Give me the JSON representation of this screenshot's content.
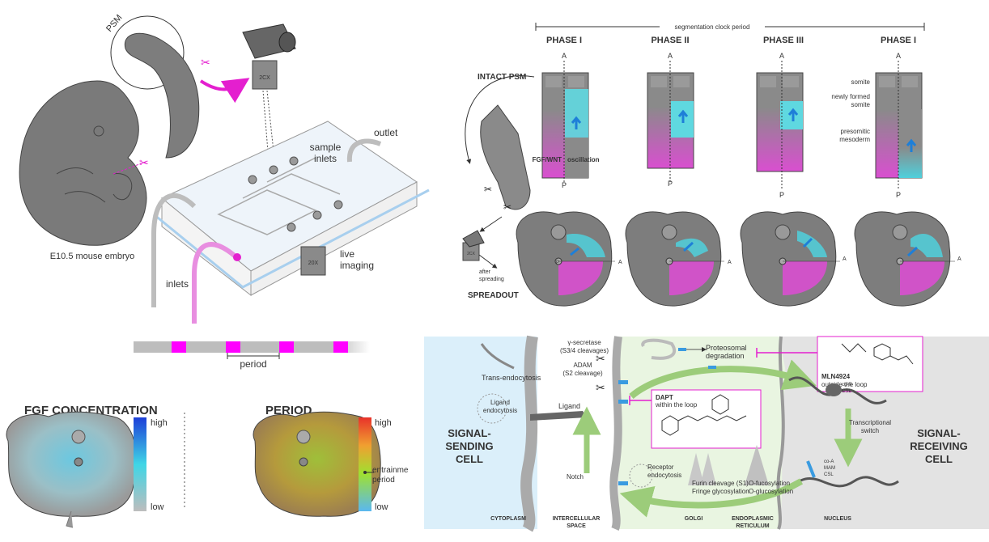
{
  "embryo": {
    "psm": "PSM",
    "embryo_label": "E10.5 mouse embryo",
    "outlet": "outlet",
    "sample_inlets_1": "sample",
    "sample_inlets_2": "inlets",
    "inlets": "inlets",
    "live_1": "live",
    "live_2": "imaging",
    "obj_2cx": "2CX",
    "obj_20x": "20X",
    "period": "period"
  },
  "clock": {
    "header": "segmentation clock period",
    "phases": [
      "PHASE I",
      "PHASE II",
      "PHASE III",
      "PHASE I"
    ],
    "anterior": "A",
    "posterior": "P",
    "intact": "INTACT PSM",
    "spreadout": "SPREADOUT",
    "after_1": "after",
    "after_2": "spreading",
    "fgf_wnt": "FGF/WNT",
    "oscillation": "oscillation",
    "somite": "somite",
    "newly_1": "newly formed",
    "newly_2": "somite",
    "presomitic_1": "presomitic",
    "presomitic_2": "mesoderm",
    "obj_2cx": "2CX",
    "p_center": "P",
    "colors": {
      "cyan": "#4fd0dc",
      "magenta": "#d94fd0",
      "tissue": "#8a8a8a"
    }
  },
  "gradients": {
    "fgf_title": "FGF CONCENTRATION",
    "period_title": "PERIOD",
    "high": "high",
    "low": "low",
    "entrain_1": "entrainme",
    "entrain_2": "period"
  },
  "notch": {
    "sending_1": "SIGNAL-",
    "sending_2": "SENDING",
    "sending_3": "CELL",
    "receiving_1": "SIGNAL-",
    "receiving_2": "RECEIVING",
    "receiving_3": "CELL",
    "trans_endo": "Trans-endocytosis",
    "ligand_endo_1": "Ligand",
    "ligand_endo_2": "endocytosis",
    "ligand": "Ligand",
    "notch": "Notch",
    "gamma_1": "γ-secretase",
    "gamma_2": "(S3/4 cleavages)",
    "adam_1": "ADAM",
    "adam_2": "(S2 cleavage)",
    "proteo_1": "Proteosomal",
    "proteo_2": "degradation",
    "dapt": "DAPT",
    "dapt_sub": "within the loop",
    "mln": "MLN4924",
    "mln_sub": "outside the loop",
    "receptor_1": "Receptor",
    "receptor_2": "endocytosis",
    "furin": "Furin cleavage (S1)",
    "fringe": "Fringe glycosylation",
    "ofuc": "O-fucosylation",
    "oglc": "O-glucosylation",
    "transcr_1": "Transcriptional",
    "transcr_2": "switch",
    "cor": "co-R",
    "csl": "CSL",
    "coa": "co-A",
    "mam": "MAM",
    "csl2": "CSL",
    "cytoplasm": "CYTOPLASM",
    "intercell_1": "INTERCELLULAR",
    "intercell_2": "SPACE",
    "golgi": "GOLGI",
    "er_1": "ENDOPLASMIC",
    "er_2": "RETICULUM",
    "nucleus": "NUCLEUS",
    "colors": {
      "sending": "#dbeffa",
      "receiving": "#e9f5e1",
      "nucleus_bg": "#e3e3e3",
      "arrow": "#9ccc7a",
      "accent": "#e41fcf",
      "receiving_text": "#5aa83a",
      "sending_text": "#1f7fbf"
    }
  }
}
